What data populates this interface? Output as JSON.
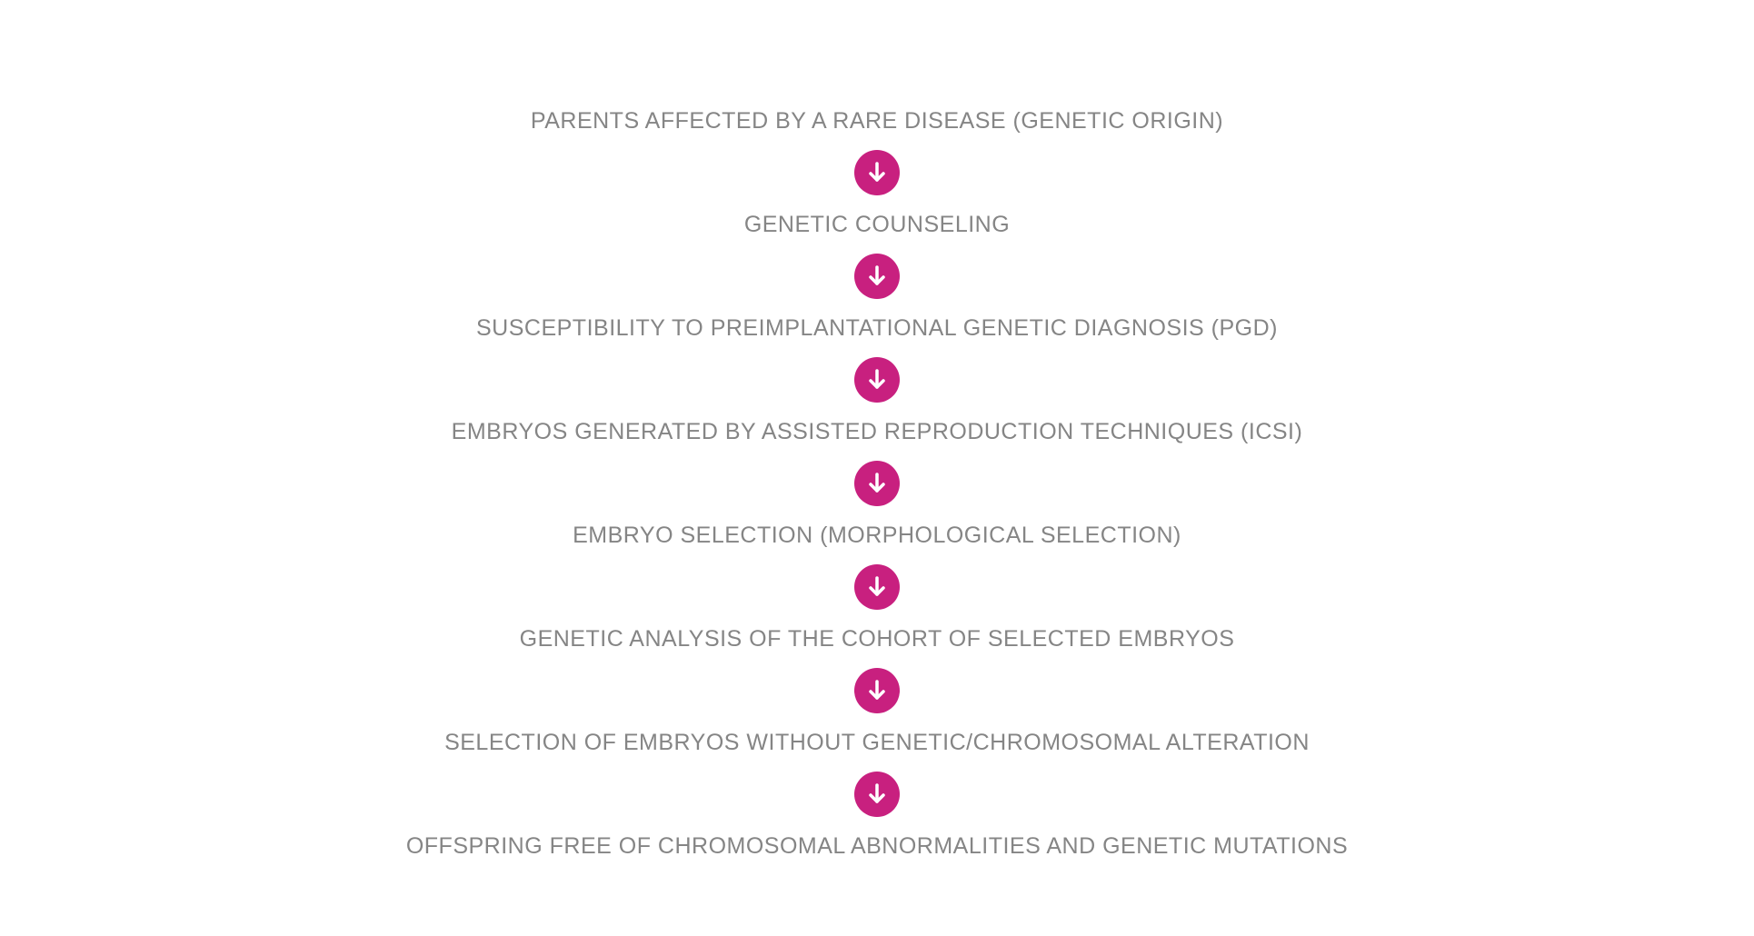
{
  "colors": {
    "text": "#858585",
    "arrow_fill": "#c8207f",
    "arrow_glyph": "#ffffff",
    "background": "#ffffff"
  },
  "flow": {
    "steps": [
      {
        "label": "PARENTS AFFECTED BY A RARE DISEASE (GENETIC ORIGIN)"
      },
      {
        "label": "GENETIC COUNSELING"
      },
      {
        "label": "SUSCEPTIBILITY TO PREIMPLANTATIONAL GENETIC DIAGNOSIS (PGD)"
      },
      {
        "label": "EMBRYOS GENERATED BY ASSISTED REPRODUCTION TECHNIQUES (ICSI)"
      },
      {
        "label": "EMBRYO SELECTION (MORPHOLOGICAL SELECTION)"
      },
      {
        "label": "GENETIC ANALYSIS OF THE COHORT OF SELECTED EMBRYOS"
      },
      {
        "label": "SELECTION OF EMBRYOS WITHOUT GENETIC/CHROMOSOMAL ALTERATION"
      },
      {
        "label": "OFFSPRING FREE OF CHROMOSOMAL ABNORMALITIES AND GENETIC MUTATIONS"
      }
    ],
    "connector_icon": "arrow-down-circle-icon"
  }
}
